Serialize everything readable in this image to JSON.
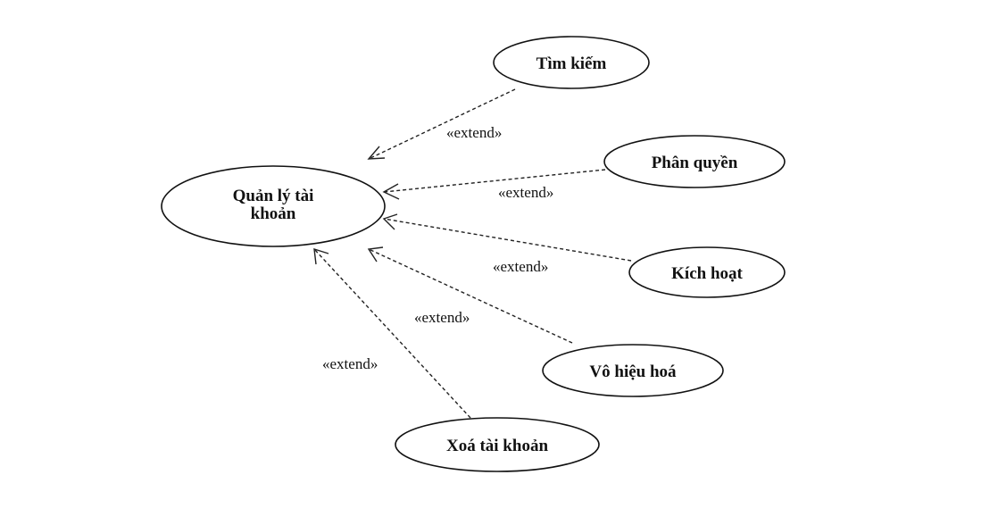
{
  "diagram": {
    "main_use_case": {
      "lines": [
        "Quản lý tài",
        "khoản"
      ]
    },
    "use_cases": [
      {
        "id": "search",
        "label": "Tìm kiếm"
      },
      {
        "id": "permission",
        "label": "Phân quyền"
      },
      {
        "id": "activate",
        "label": "Kích hoạt"
      },
      {
        "id": "deactivate",
        "label": "Vô hiệu hoá"
      },
      {
        "id": "delete",
        "label": "Xoá tài khoản"
      }
    ],
    "relations": [
      {
        "from": "search",
        "to": "main",
        "label": "«extend»"
      },
      {
        "from": "permission",
        "to": "main",
        "label": "«extend»"
      },
      {
        "from": "activate",
        "to": "main",
        "label": "«extend»"
      },
      {
        "from": "deactivate",
        "to": "main",
        "label": "«extend»"
      },
      {
        "from": "delete",
        "to": "main",
        "label": "«extend»"
      }
    ]
  }
}
